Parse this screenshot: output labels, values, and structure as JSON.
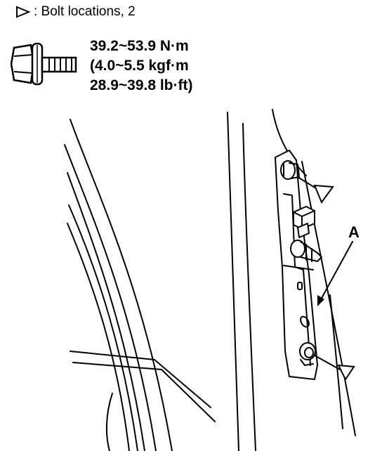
{
  "legend": {
    "icon": "hollow-triangle-icon",
    "text": ": Bolt locations, 2"
  },
  "torque": {
    "line1": "39.2~53.9 N·m",
    "line2": "(4.0~5.5 kgf·m",
    "line3": "28.9~39.8 lb·ft)"
  },
  "callout": {
    "label": "A"
  },
  "colors": {
    "ink": "#000000",
    "paper": "#ffffff"
  }
}
